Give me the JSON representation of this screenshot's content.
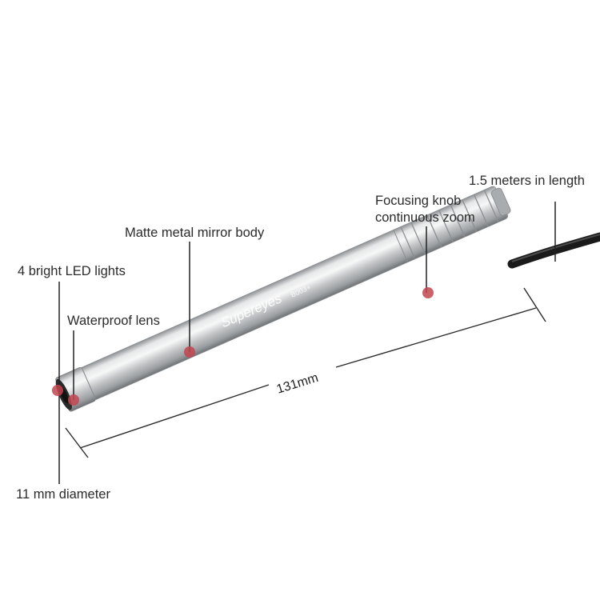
{
  "callouts": {
    "led_lights": "4 bright LED lights",
    "waterproof_lens": "Waterproof lens",
    "body": "Matte metal mirror body",
    "focusing_line1": "Focusing knob",
    "focusing_line2": "continuous zoom",
    "cable_length": "1.5 meters in length",
    "diameter": "11 mm diameter"
  },
  "dimension": {
    "length": "131mm"
  },
  "product": {
    "brand": "Supereyes",
    "model": "B003+"
  },
  "colors": {
    "marker": "#c2454f",
    "body": "#c9cbcd",
    "cable": "#1a1a1a",
    "line": "#222222"
  }
}
